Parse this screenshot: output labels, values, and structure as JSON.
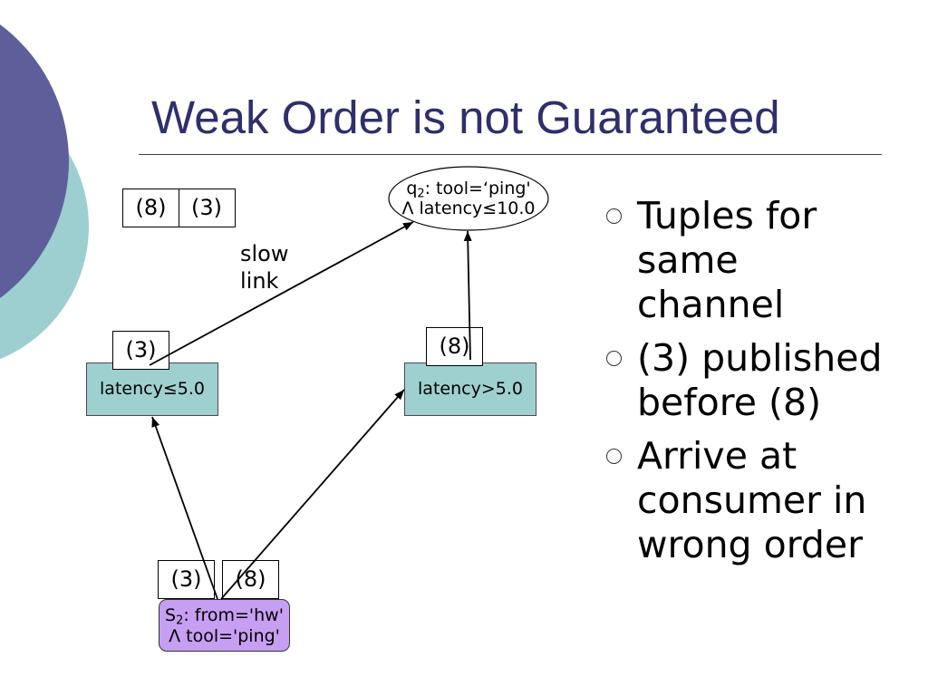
{
  "slide": {
    "title": "Weak Order is not Guaranteed"
  },
  "colors": {
    "title": "#2f2f6d",
    "circle_dark": "#5e5e9b",
    "circle_teal": "#9dcfd0",
    "filter_fill": "#9fd0d0",
    "source_fill": "#c79ff2",
    "text": "#000000"
  },
  "bullets": [
    {
      "icon": "hollow-circle-bullet",
      "text": "Tuples for same channel"
    },
    {
      "icon": "hollow-circle-bullet",
      "text": "(3) published before (8)"
    },
    {
      "icon": "hollow-circle-bullet",
      "text": "Arrive at consumer in wrong order"
    }
  ],
  "diagram": {
    "consumer": {
      "name": "q",
      "subscript": "2",
      "predicate": ": tool=‘ping'",
      "predicate_line2": "Λ latency≤10.0",
      "arrival_order": [
        "(8)",
        "(3)"
      ]
    },
    "slow_link_label": "slow link",
    "filters": [
      {
        "label": "latency≤5.0",
        "queued_tuple": "(3)"
      },
      {
        "label": "latency>5.0",
        "queued_tuple": "(8)"
      }
    ],
    "source": {
      "name": "S",
      "subscript": "2",
      "predicate": ": from='hw'",
      "predicate_line2": "Λ tool='ping'",
      "published_tuples": [
        "(3)",
        "(8)"
      ]
    }
  }
}
